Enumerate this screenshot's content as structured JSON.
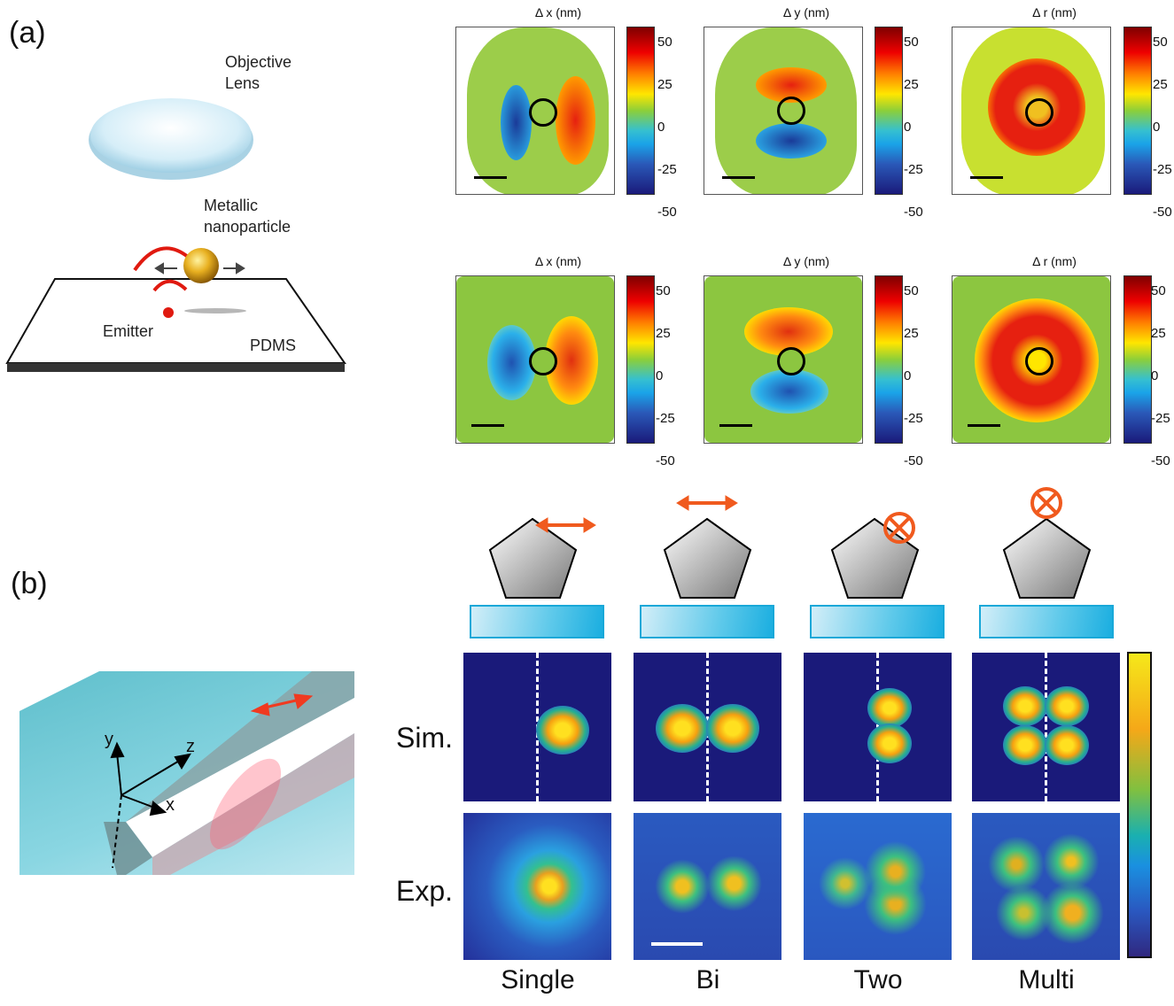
{
  "figure": {
    "panel_a": {
      "label": "(a)",
      "diagram": {
        "objective_label_line1": "Objective",
        "objective_label_line2": "Lens",
        "nanoparticle_label_line1": "Metallic",
        "nanoparticle_label_line2": "nanoparticle",
        "emitter_label": "Emitter",
        "substrate_label": "PDMS"
      },
      "maps": [
        {
          "row": "experiment",
          "title": "Δ x (nm)",
          "pattern": "dipole-x"
        },
        {
          "row": "experiment",
          "title": "Δ y (nm)",
          "pattern": "dipole-y"
        },
        {
          "row": "experiment",
          "title": "Δ r (nm)",
          "pattern": "ring"
        },
        {
          "row": "simulation",
          "title": "Δ x (nm)",
          "pattern": "dipole-x"
        },
        {
          "row": "simulation",
          "title": "Δ y (nm)",
          "pattern": "dipole-y"
        },
        {
          "row": "simulation",
          "title": "Δ r (nm)",
          "pattern": "ring"
        }
      ],
      "colorbar_ticks": [
        "50",
        "25",
        "0",
        "-25",
        "-50"
      ]
    },
    "panel_b": {
      "label": "(b)",
      "axes": {
        "x": "x",
        "y": "y",
        "z": "z"
      },
      "row_labels": {
        "sim": "Sim.",
        "exp": "Exp."
      },
      "columns": [
        {
          "label": "Single",
          "dipole": "in-plane-arrow-offset",
          "sim_lobes": 1
        },
        {
          "label": "Bi",
          "dipole": "in-plane-arrow-top",
          "sim_lobes": 2
        },
        {
          "label": "Two",
          "dipole": "out-of-plane-offset",
          "sim_lobes": 2
        },
        {
          "label": "Multi",
          "dipole": "out-of-plane-top",
          "sim_lobes": 4
        }
      ]
    },
    "colors": {
      "dipole_orange": "#f05a1e",
      "substrate_blue": "#1aaee0",
      "heat_background": "#1a1a7a",
      "lobe_core": "#ffd21a"
    }
  }
}
